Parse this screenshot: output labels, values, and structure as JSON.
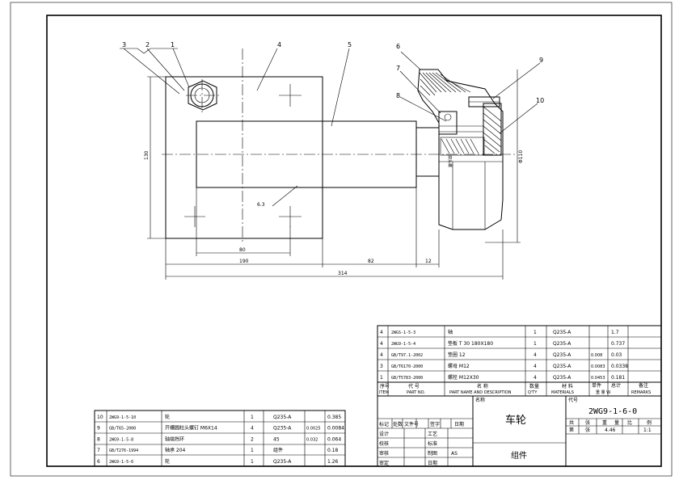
{
  "balloons": [
    "1",
    "2",
    "3",
    "4",
    "5",
    "6",
    "7",
    "8",
    "9",
    "10"
  ],
  "dimensions": {
    "height_left": "130",
    "width_bottom_small": "80",
    "width_plate": "190",
    "width_shaft": "82",
    "width_small": "12",
    "total_length": "314",
    "diameter": "Φ110",
    "roughness": "6.3",
    "side_note": "双头螺"
  },
  "top_bom": {
    "rows": [
      {
        "no": "4",
        "code": "2WGS-1-5-3",
        "name": "轴",
        "qty": "1",
        "material": "Q235-A",
        "unit": "",
        "total": "1.7"
      },
      {
        "no": "4",
        "code": "2WG9-1-5-4",
        "name": "垫板 T 30 180X180",
        "qty": "1",
        "material": "Q235-A",
        "unit": "",
        "total": "0.737"
      },
      {
        "no": "4",
        "code": "GB/T97.1-2002",
        "name": "垫圈 12",
        "qty": "4",
        "material": "Q235-A",
        "unit": "0.008",
        "total": "0.03"
      },
      {
        "no": "3",
        "code": "GB/T6170-2000",
        "name": "螺母 M12",
        "qty": "4",
        "material": "Q235-A",
        "unit": "0.0083",
        "total": "0.0338"
      },
      {
        "no": "1",
        "code": "GB/T5783-2000",
        "name": "螺栓 M12X30",
        "qty": "4",
        "material": "Q235-A",
        "unit": "0.0453",
        "total": "0.181"
      }
    ],
    "header": {
      "no": "序号",
      "no_en": "ITEM",
      "code": "代 号",
      "code_en": "PART NO.",
      "name": "名 称",
      "name_en": "PART NAME AND DESCRIPTION",
      "qty": "数量",
      "qty_en": "Q'TY",
      "material": "材 料",
      "material_en": "MATERIALS",
      "unit": "单件",
      "total": "总计",
      "weight": "重 量 W.",
      "note": "备注",
      "note_en": "REMARKS"
    }
  },
  "bottom_bom": {
    "rows": [
      {
        "no": "10",
        "code": "2WG9-1-5-10",
        "name": "轮",
        "qty": "1",
        "material": "Q235-A",
        "unit": "",
        "total": "0.385"
      },
      {
        "no": "9",
        "code": "GB/T65-2000",
        "name": "开槽圆柱头螺钉 M6X14",
        "qty": "4",
        "material": "Q235-A",
        "unit": "0.0025",
        "total": "0.0084"
      },
      {
        "no": "8",
        "code": "2WG9-1-5-8",
        "name": "轴端挡环",
        "qty": "2",
        "material": "45",
        "unit": "0.032",
        "total": "0.064"
      },
      {
        "no": "7",
        "code": "GB/T276-1994",
        "name": "轴承 204",
        "qty": "1",
        "material": "组件",
        "unit": "",
        "total": "0.18"
      },
      {
        "no": "6",
        "code": "2WG9-1-5-6",
        "name": "轮",
        "qty": "1",
        "material": "Q235-A",
        "unit": "",
        "total": "1.26"
      }
    ]
  },
  "title_block": {
    "labels": {
      "rev_header": [
        "标记",
        "处数",
        "文件号",
        "签字",
        "日期"
      ],
      "design": "设计",
      "check": "校核",
      "review": "审核",
      "approve": "审定",
      "process": "工艺",
      "standard": "标准",
      "drawn": "制图",
      "date": "日期",
      "material_label": "名称",
      "code_label": "代号",
      "sheet_header": [
        "共",
        "张",
        "重",
        "量",
        "比",
        "例"
      ],
      "sheet_label": "第",
      "sheet_unit": "张"
    },
    "drawn_by": "AS",
    "part_name": "车轮",
    "assembly": "组件",
    "drawing_no": "2WG9-1-6-0",
    "weight": "4.46",
    "scale": "1:1"
  }
}
